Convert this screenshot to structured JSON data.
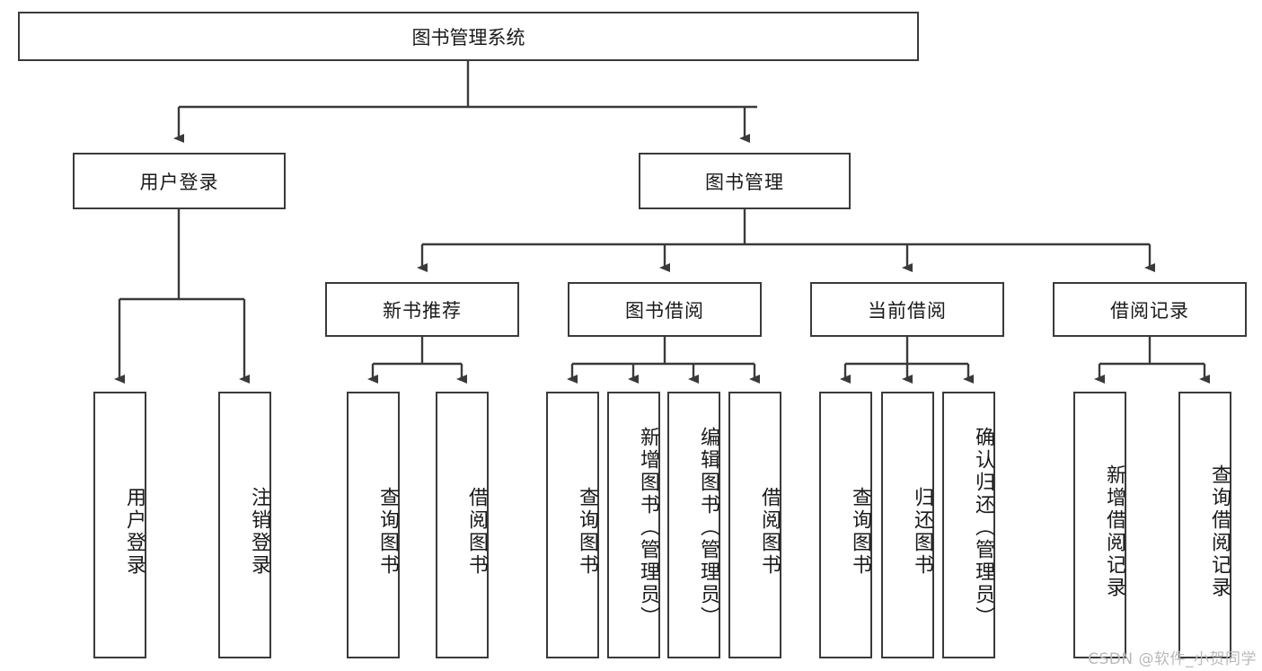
{
  "diagram": {
    "type": "tree",
    "title": "图书管理系统",
    "watermark": "CSDN @软件_小贺同学",
    "colors": {
      "box_border": "#3a3a3a",
      "box_fill": "#ffffff",
      "edge": "#3a3a3a",
      "text": "#1a1a1a",
      "watermark": "#b9b9b9"
    },
    "root": {
      "label": "图书管理系统"
    },
    "level2": [
      {
        "label": "用户登录"
      },
      {
        "label": "图书管理"
      }
    ],
    "level3": [
      {
        "label": "新书推荐"
      },
      {
        "label": "图书借阅"
      },
      {
        "label": "当前借阅"
      },
      {
        "label": "借阅记录"
      }
    ],
    "leaves": {
      "user_login": [
        {
          "label": "用户登录"
        },
        {
          "label": "注销登录"
        }
      ],
      "new_book_recommend": [
        {
          "label": "查询图书"
        },
        {
          "label": "借阅图书"
        }
      ],
      "book_borrow": [
        {
          "label": "查询图书"
        },
        {
          "label": "新增图书（管理员）"
        },
        {
          "label": "编辑图书（管理员）"
        },
        {
          "label": "借阅图书"
        }
      ],
      "current_borrow": [
        {
          "label": "查询图书"
        },
        {
          "label": "归还图书"
        },
        {
          "label": "确认归还（管理员）"
        }
      ],
      "borrow_record": [
        {
          "label": "新增借阅记录"
        },
        {
          "label": "查询借阅记录"
        }
      ]
    }
  }
}
